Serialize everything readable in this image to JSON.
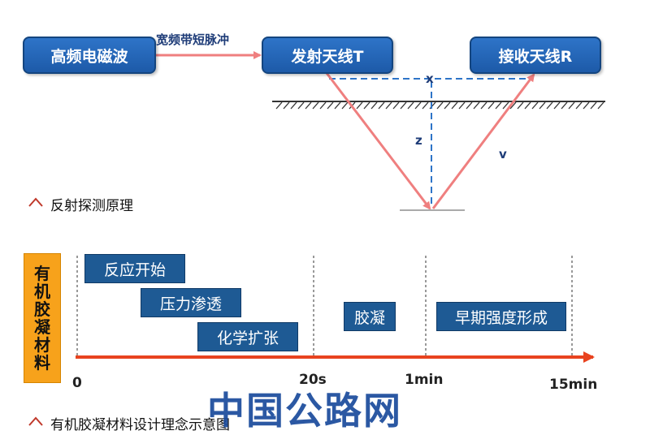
{
  "reflection": {
    "source_box": "高频电磁波",
    "arrow_label": "宽频带短脉冲",
    "transmit_box": "发射天线T",
    "receive_box": "接收天线R",
    "label_x": "x",
    "label_z": "z",
    "label_v": "v",
    "caption": "反射探测原理"
  },
  "timeline": {
    "vertical_label": [
      "有",
      "机",
      "胶",
      "凝",
      "材",
      "料"
    ],
    "phases": [
      "反应开始",
      "压力渗透",
      "化学扩张",
      "胶凝",
      "早期强度形成"
    ],
    "ticks": [
      "0",
      "20s",
      "1min",
      "15min"
    ],
    "caption": "有机胶凝材料设计理念示意图"
  },
  "watermark": "中国公路网",
  "colors": {
    "box_blue": "#2e74c8",
    "phase_blue": "#1e5a94",
    "arrow_red": "#ef7f7f",
    "timeline_red": "#e8431f",
    "dashed_blue": "#2e74c8",
    "orange": "#f7a21b"
  }
}
